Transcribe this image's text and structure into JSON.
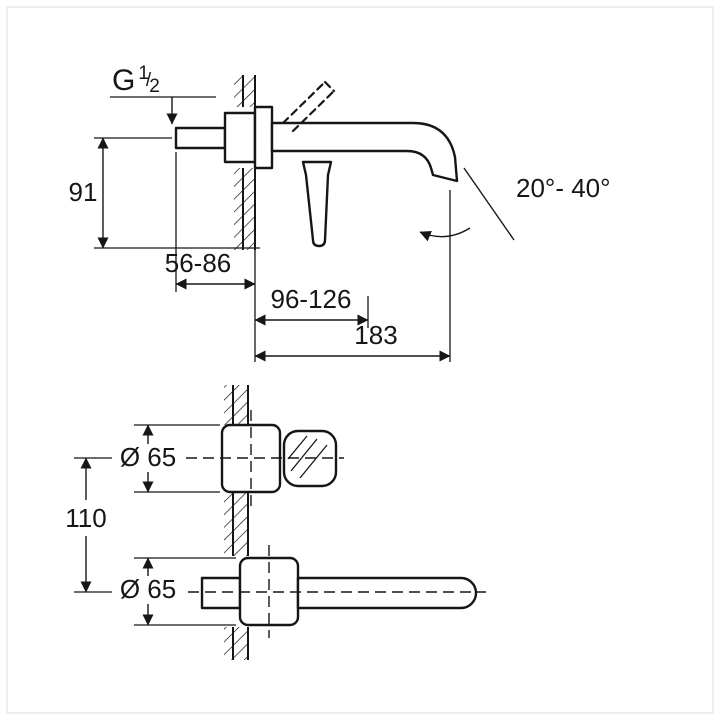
{
  "canvas": {
    "background": "#ffffff",
    "line_color": "#161616",
    "frame_color": "#e9e9e9"
  },
  "side_view": {
    "thread_label": {
      "base": "G",
      "fraction_numerator": "1",
      "fraction_slash": "/",
      "fraction_denominator": "2"
    },
    "dims": {
      "height": "91",
      "depth_range": "56-86",
      "handle_reach_range": "96-126",
      "spout_projection": "183",
      "spout_angle_range": "20°- 40°"
    }
  },
  "front_view": {
    "dims": {
      "handle_escutcheon_diameter": "Ø 65",
      "vertical_center_distance": "110",
      "spout_escutcheon_diameter": "Ø 65"
    }
  }
}
